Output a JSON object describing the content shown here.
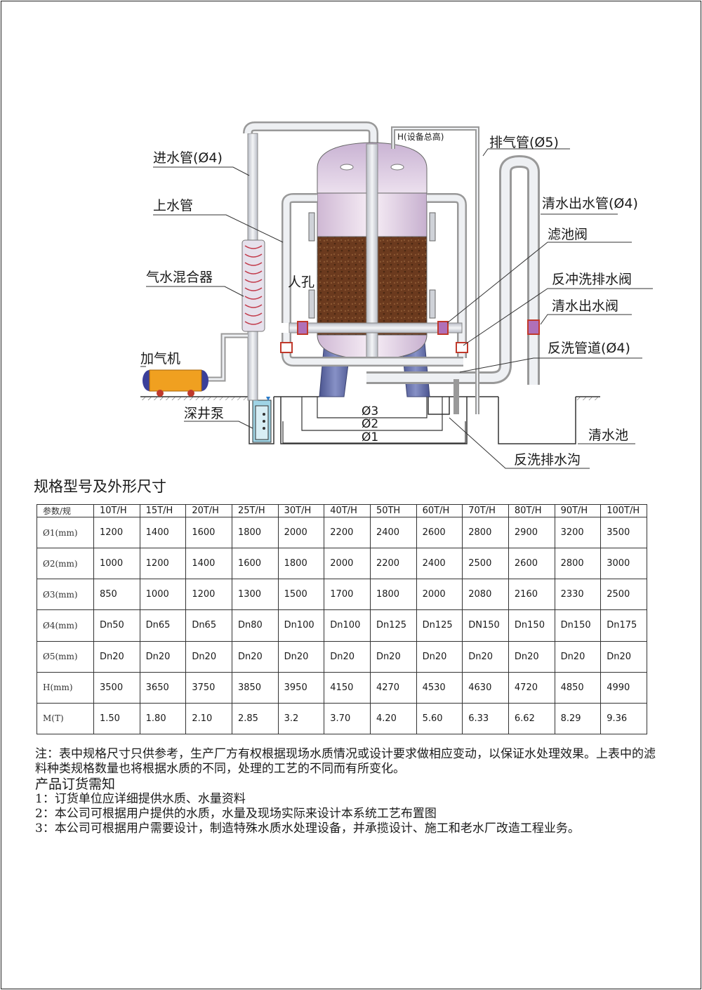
{
  "diagram": {
    "labels": {
      "inlet_pipe": "进水管(Ø4)",
      "riser_pipe": "上水管",
      "air_water_mixer": "气水混合器",
      "aerator": "加气机",
      "deep_well_pump": "深井泵",
      "manhole": "人孔",
      "total_height": "H(设备总高)",
      "vent_pipe": "排气管(Ø5)",
      "clean_outlet_pipe": "清水出水管(Ø4)",
      "filter_valve": "滤池阀",
      "backwash_drain_valve": "反冲洗排水阀",
      "clean_outlet_valve": "清水出水阀",
      "backwash_pipe": "反洗管道(Ø4)",
      "clean_pool": "清水池",
      "backwash_ditch": "反洗排水沟",
      "dim_3": "Ø3",
      "dim_2": "Ø2",
      "dim_1": "Ø1"
    },
    "colors": {
      "pipe": "#d9dbe0",
      "tank_top": "#d7c2d8",
      "filter_media": "#6b3a1e",
      "legs": "#5f6aa3",
      "aerator": "#f0a020",
      "valve": "#b070b8"
    }
  },
  "spec": {
    "title": "规格型号及外形尺寸",
    "header": [
      "参数/规",
      "10T/H",
      "15T/H",
      "20T/H",
      "25T/H",
      "30T/H",
      "40T/H",
      "50TH",
      "60T/H",
      "70T/H",
      "80T/H",
      "90T/H",
      "100T/H"
    ],
    "rows": [
      [
        "Ø1(mm)",
        "1200",
        "1400",
        "1600",
        "1800",
        "2000",
        "2200",
        "2400",
        "2600",
        "2800",
        "2900",
        "3200",
        "3500"
      ],
      [
        "Ø2(mm)",
        "1000",
        "1200",
        "1400",
        "1600",
        "1800",
        "2000",
        "2200",
        "2400",
        "2500",
        "2600",
        "2800",
        "3000"
      ],
      [
        "Ø3(mm)",
        "850",
        "1000",
        "1200",
        "1300",
        "1500",
        "1700",
        "1800",
        "2000",
        "2080",
        "2160",
        "2330",
        "2500"
      ],
      [
        "Ø4(mm)",
        "Dn50",
        "Dn65",
        "Dn65",
        "Dn80",
        "Dn100",
        "Dn100",
        "Dn125",
        "Dn125",
        "DN150",
        "Dn150",
        "Dn150",
        "Dn175"
      ],
      [
        "Ø5(mm)",
        "Dn20",
        "Dn20",
        "Dn20",
        "Dn20",
        "Dn20",
        "Dn20",
        "Dn20",
        "Dn20",
        "Dn20",
        "Dn20",
        "Dn20",
        "Dn20"
      ],
      [
        "H(mm)",
        "3500",
        "3650",
        "3750",
        "3850",
        "3950",
        "4150",
        "4270",
        "4530",
        "4630",
        "4720",
        "4850",
        "4990"
      ],
      [
        "M(T)",
        "1.50",
        "1.80",
        "2.10",
        "2.85",
        "3.2",
        "3.70",
        "4.20",
        "5.60",
        "6.33",
        "6.62",
        "8.29",
        "9.36"
      ]
    ]
  },
  "notes": {
    "note": "注：表中规格尺寸只供参考，生产厂方有权根据现场水质情况或设计要求做相应变动，以保证水处理效果。上表中的滤料种类规格数量也将根据水质的不同，处理的工艺的不同而有所变化。",
    "order_title": "产品订货需知",
    "items": [
      "1：订货单位应详细提供水质、水量资料",
      "2：本公司可根据用户提供的水质，水量及现场实际来设计本系统工艺布置图",
      "3：本公司可根据用户需要设计，制造特殊水质水处理设备，并承揽设计、施工和老水厂改造工程业务。"
    ]
  }
}
